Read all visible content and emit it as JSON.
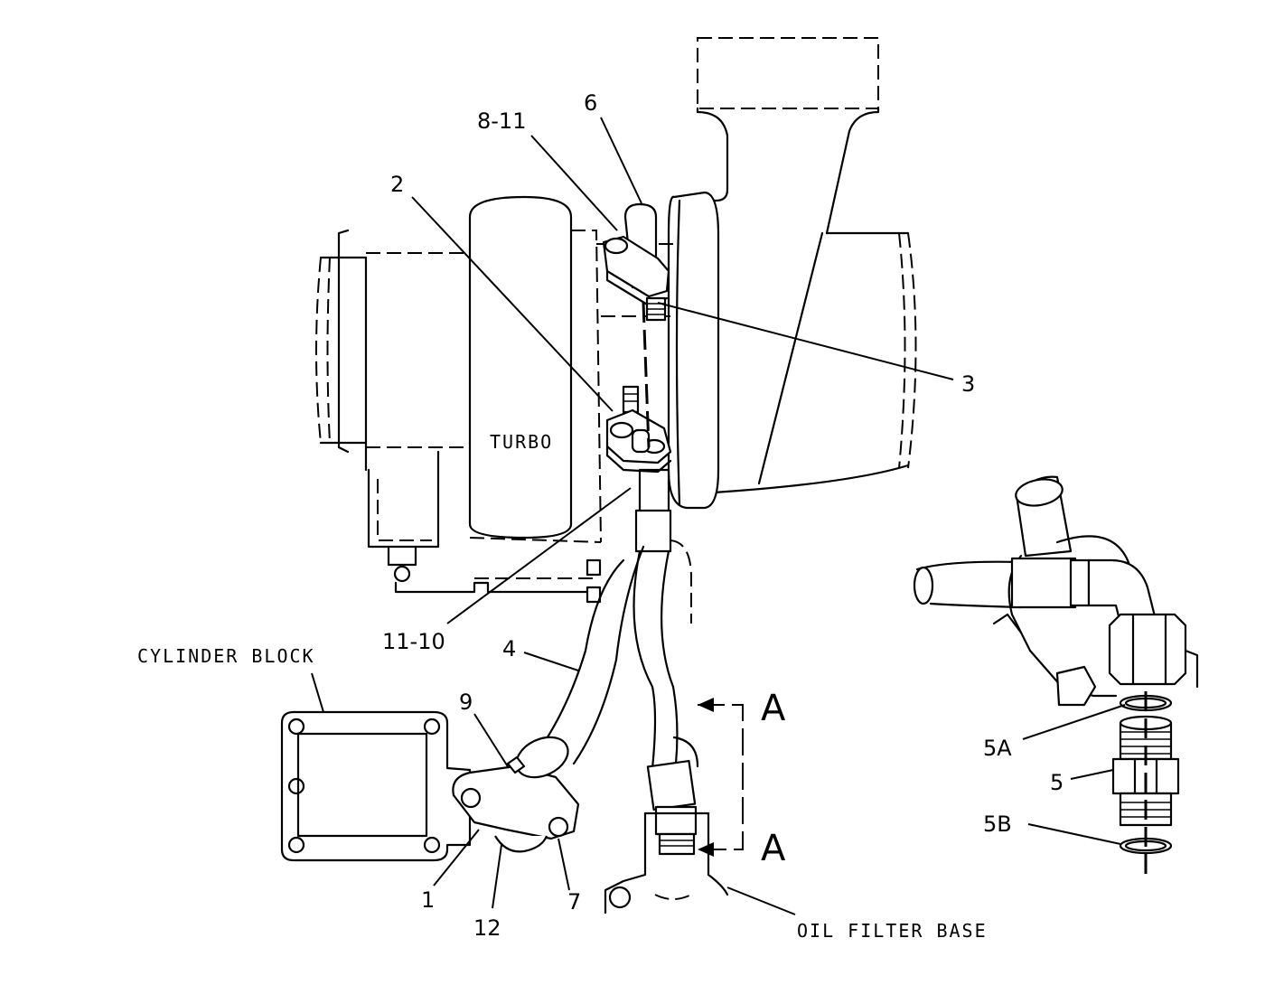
{
  "labels": {
    "turbo": "TURBO",
    "cylinder_block": "CYLINDER BLOCK",
    "oil_filter_base": "OIL FILTER BASE",
    "section_a_top": "A",
    "section_a_bottom": "A"
  },
  "callouts": {
    "c_8_11": "8-11",
    "c_6": "6",
    "c_2": "2",
    "c_3": "3",
    "c_11_10": "11-10",
    "c_4": "4",
    "c_9": "9",
    "c_1": "1",
    "c_12": "12",
    "c_7": "7",
    "c_5A": "5A",
    "c_5": "5",
    "c_5B": "5B"
  }
}
